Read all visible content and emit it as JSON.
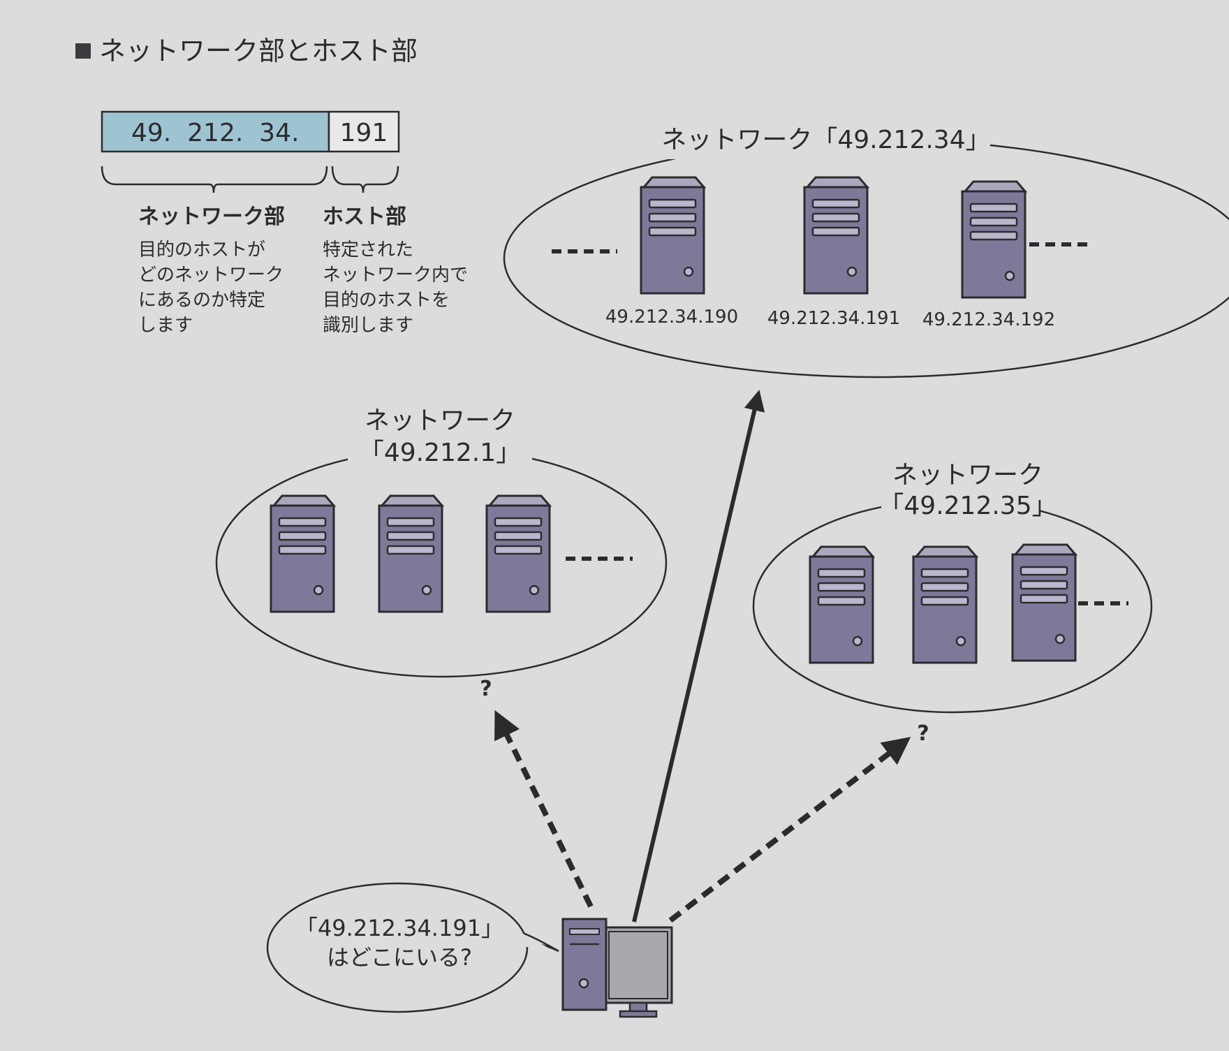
{
  "title": "ネットワーク部とホスト部",
  "ip_box": {
    "network_part": "49.  212.  34.",
    "host_part": "191",
    "network_fill": "#9ec4d2"
  },
  "network_section": {
    "label": "ネットワーク部",
    "desc": [
      "目的のホストが",
      "どのネットワーク",
      "にあるのか特定",
      "します"
    ]
  },
  "host_section": {
    "label": "ホスト部",
    "desc": [
      "特定された",
      "ネットワーク内で",
      "目的のホストを",
      "識別します"
    ]
  },
  "networks": [
    {
      "label": "ネットワーク「49.212.34」",
      "hosts": [
        "49.212.34.190",
        "49.212.34.191",
        "49.212.34.192"
      ]
    },
    {
      "label_line1": "ネットワーク",
      "label_line2": "「49.212.1」"
    },
    {
      "label_line1": "ネットワーク",
      "label_line2": "「49.212.35」"
    }
  ],
  "question_marks": [
    "?",
    "?"
  ],
  "speech_bubble": {
    "line1": "「49.212.34.191」",
    "line2": "はどこにいる?"
  },
  "icons": [
    "square-bullet-icon",
    "server-icon",
    "desktop-computer-icon"
  ],
  "colors": {
    "background": "#dcdcdd",
    "server_body": "#7d7a99",
    "server_top": "#a9a8bd",
    "ink": "#2b2b2e",
    "monitor_screen": "#a9a9ad"
  }
}
